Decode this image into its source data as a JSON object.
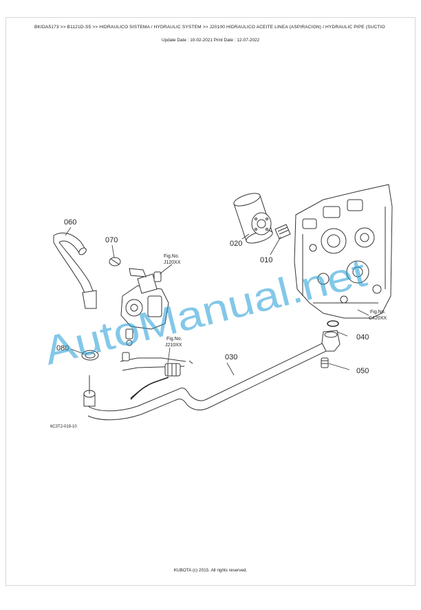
{
  "header": {
    "breadcrumb": "BKIDA5173 >> B1121D-S5 >> HIDRAULICO SISTEMA / HYDRAULIC SYSTEM >> J20100   HIDRAULICO ACEITE LINEA (ASPIRACION) / HYDRAULIC PIPE (SUCTIO",
    "dates": "Update Date : 10-02-2021   Print Date : 12-07-2022"
  },
  "diagram": {
    "part_labels": [
      "060",
      "070",
      "020",
      "010",
      "040",
      "050",
      "030",
      "080"
    ],
    "fig_refs": [
      {
        "line1": "Fig.No.",
        "line2": "J120XX"
      },
      {
        "line1": "Fig.No.",
        "line2": "J210XX"
      },
      {
        "line1": "Fig.No.",
        "line2": "C420XX"
      }
    ],
    "drawing_code": "6C3T2-019-10",
    "watermark": "AutoManual.net",
    "watermark_color": "#1e9ad6"
  },
  "footer": {
    "copyright": "KUBOTA (c) 2015. All rights reserved."
  }
}
